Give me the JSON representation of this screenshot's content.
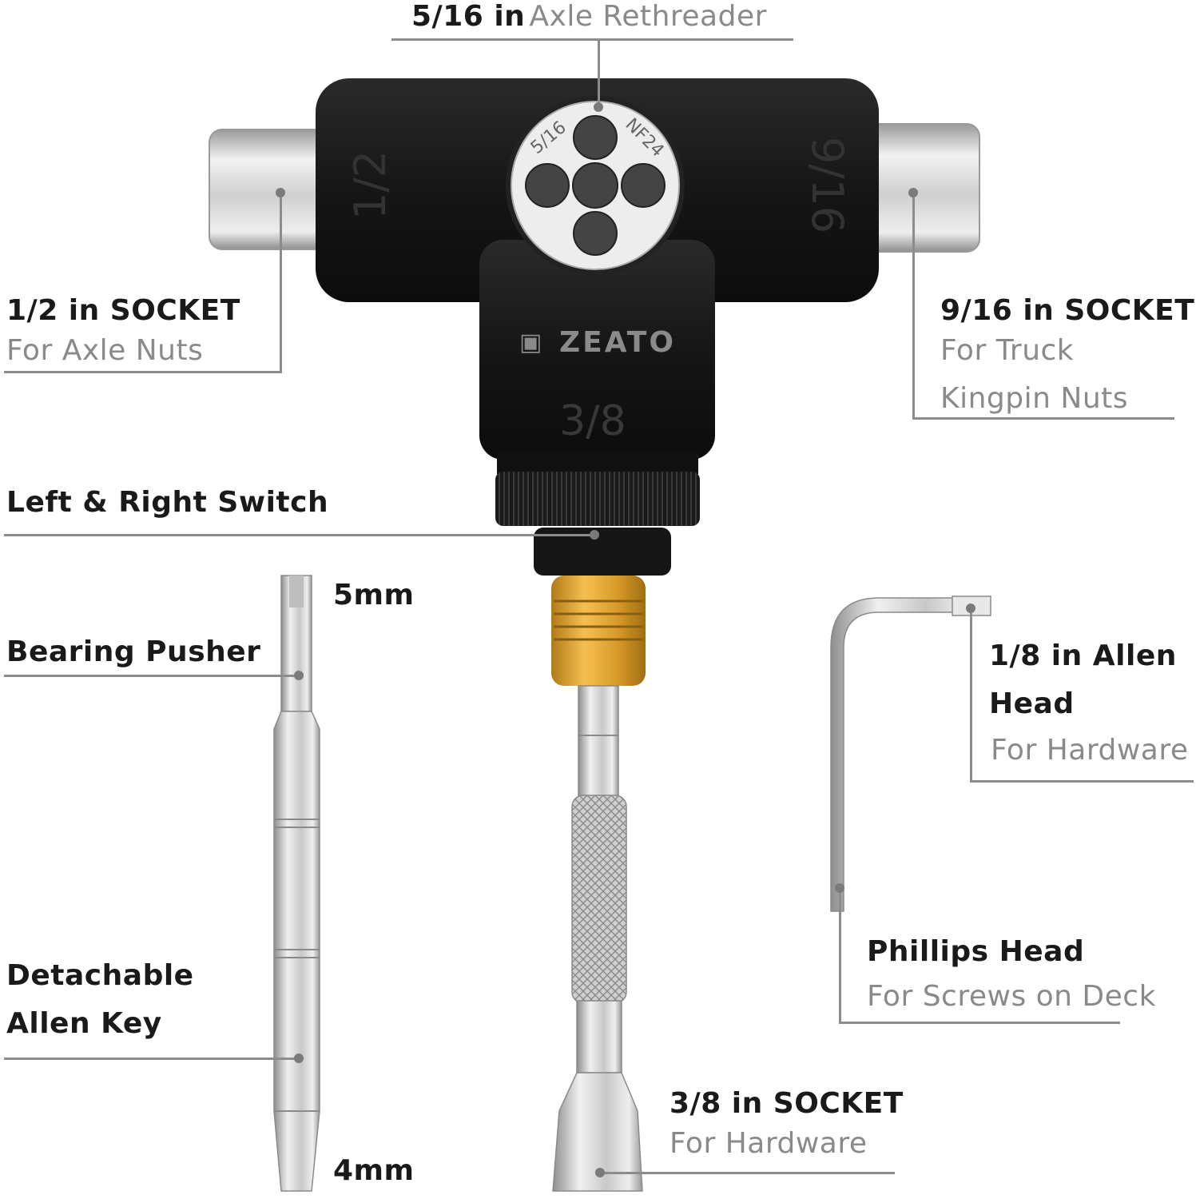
{
  "callouts": {
    "axle_rethreader": {
      "size": "5/16 in",
      "name": "Axle Rethreader"
    },
    "socket_half": {
      "title": "1/2 in SOCKET",
      "use": "For Axle Nuts"
    },
    "socket_9_16": {
      "title": "9/16 in SOCKET",
      "use_line1": "For Truck",
      "use_line2": "Kingpin Nuts"
    },
    "switch": {
      "title": "Left & Right Switch"
    },
    "pusher_top": {
      "size": "5mm"
    },
    "bearing_pusher": {
      "title": "Bearing Pusher"
    },
    "allen_key": {
      "line1": "Detachable",
      "line2": "Allen Key"
    },
    "pusher_bottom": {
      "size": "4mm"
    },
    "allen_head": {
      "line1": "1/8 in Allen",
      "line2": "Head",
      "use": "For Hardware"
    },
    "phillips": {
      "title": "Phillips Head",
      "use": "For Screws on Deck"
    },
    "socket_3_8": {
      "title": "3/8 in SOCKET",
      "use": "For Hardware"
    }
  },
  "tool_markings": {
    "left_socket": "1/2",
    "right_socket": "9/16",
    "bottom_socket": "3/8",
    "die_size": "5/16",
    "die_thread": "NF24",
    "brand": "ZEATO"
  },
  "colors": {
    "body": "#1c1c1c",
    "metal": "#d4d4d4",
    "gold_collar": "#e0a030",
    "leader_line": "#8c8c8c",
    "label_dark": "#1a1a1a",
    "label_light": "#8a8a8a"
  },
  "icons": [
    "zeato-logo-icon"
  ]
}
